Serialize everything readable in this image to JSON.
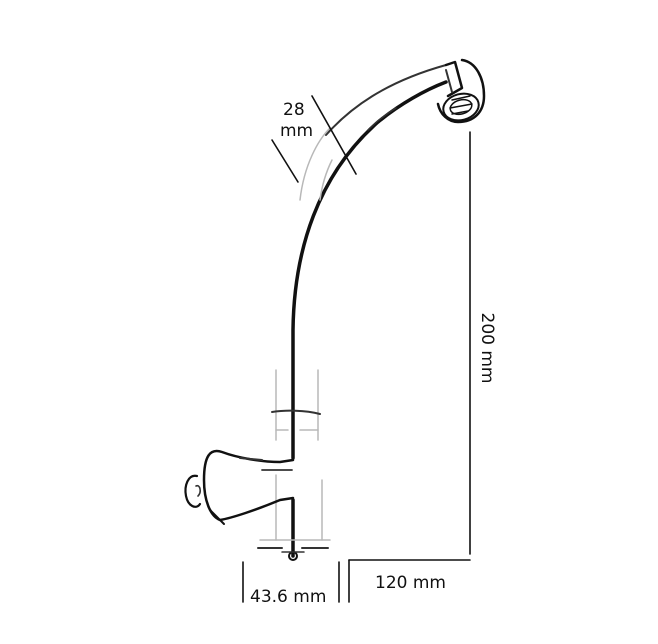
{
  "diagram": {
    "dimensions": {
      "diameter_value": "28",
      "diameter_unit": "mm",
      "height_label": "200 mm",
      "reach_label": "120 mm",
      "base_label": "43.6 mm"
    },
    "colors": {
      "ink": "#111111",
      "faint": "#b8b8b8",
      "background": "#ffffff"
    }
  }
}
